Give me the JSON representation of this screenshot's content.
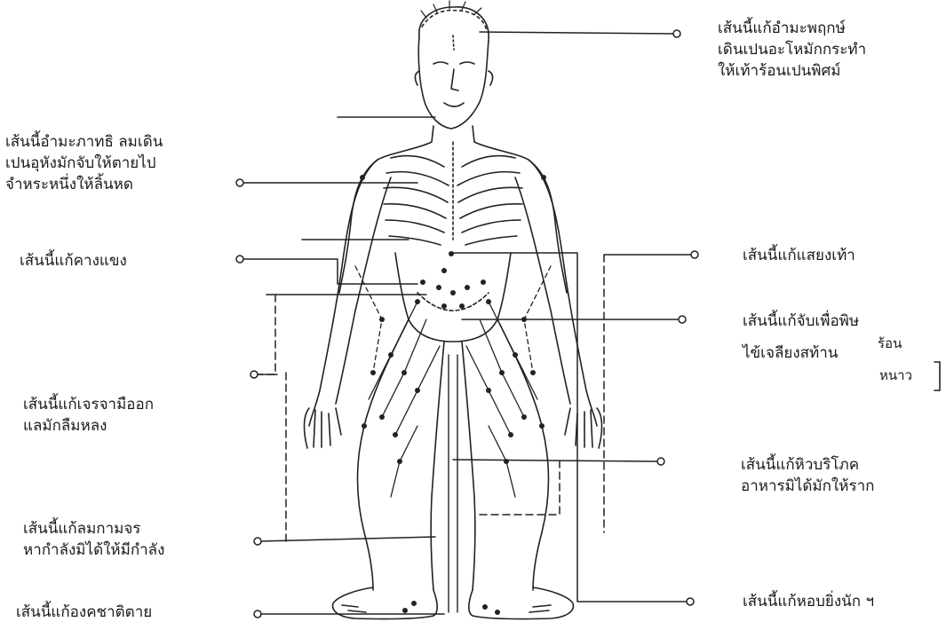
{
  "labels": {
    "head": [
      "เส้นนี้แก้อำมะพฤกษ์",
      "เดินเปนอะโหมักกระทำ",
      "ให้เท้าร้อนเปนพิศม์"
    ],
    "chest": [
      "เส้นนี้อำมะภาทธิ ลมเดิน",
      "เปนอุหังมักจับให้ตายไป",
      "จำหระหนึ่งให้ลิ้นหด"
    ],
    "jaw": [
      "เส้นนี้แก้คางแขง"
    ],
    "stomach": [
      "เส้นนี้แก้แสยงเท้า"
    ],
    "poison_fever": [
      "เส้นนี้แก้จับเพื่อพิษ",
      "ไข้เจลียงสท้าน"
    ],
    "fever_hot": "ร้อน",
    "fever_cold": "หนาว",
    "hand": [
      "เส้นนี้แก้เจรจามืออก",
      "แลมักลืมหลง"
    ],
    "hunger": [
      "เส้นนี้แก้หิวบริโภค",
      "อาหารมิได้มักให้ราก"
    ],
    "strength": [
      "เส้นนี้แก้ลมกามจร",
      "หากำลังมิได้ให้มีกำลัง"
    ],
    "foot_left": [
      "เส้นนี้แก้องคชาติตาย"
    ],
    "foot_right": [
      "เส้นนี้แก้หอบยิ่งนัก ฯ"
    ]
  }
}
